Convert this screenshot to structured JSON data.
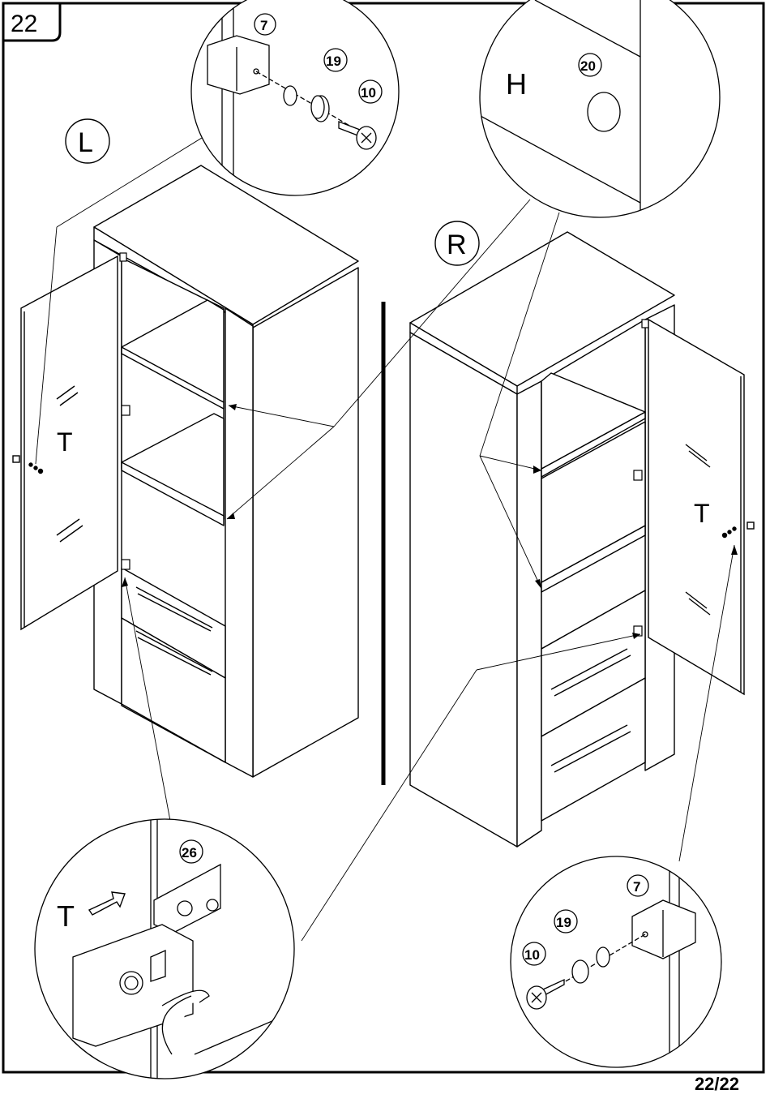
{
  "step_number": "22",
  "page_indicator": "22/22",
  "labels": {
    "left_variant": "L",
    "right_variant": "R",
    "door": "T",
    "hole": "H"
  },
  "parts": {
    "connector_block": "7",
    "washer": "19",
    "screw": "10",
    "cap": "20",
    "hinge": "26"
  }
}
